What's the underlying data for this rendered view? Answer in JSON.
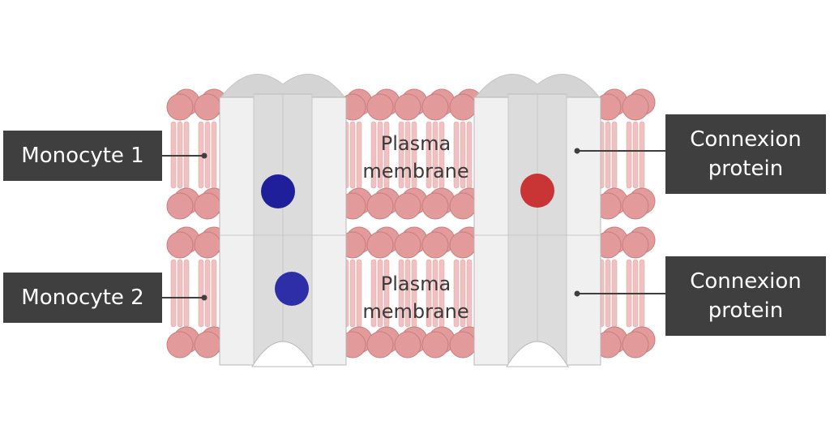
{
  "labels": {
    "monocyte_1": "Monocyte 1",
    "monocyte_2": "Monocyte 2",
    "connexion_top": [
      "Connexion",
      "protein"
    ],
    "connexion_bottom": [
      "Connexion",
      "protein"
    ],
    "membrane_top": [
      "Plasma",
      "membrane"
    ],
    "membrane_bottom": [
      "Plasma",
      "membrane"
    ]
  },
  "colors": {
    "label_bg": "#3f3f3f",
    "label_text": "#ffffff",
    "lipid_head": "#e39a9a",
    "lipid_head_stroke": "#c97e7e",
    "lipid_tail": "#efc1c1",
    "connexin_body": "#f0f0f0",
    "connexin_core": "#dcdcdc",
    "connexin_cap": "#d4d4d4",
    "molecule_dark_blue": "#1f1f9c",
    "molecule_blue": "#2e2ea8",
    "molecule_red": "#c93535"
  }
}
